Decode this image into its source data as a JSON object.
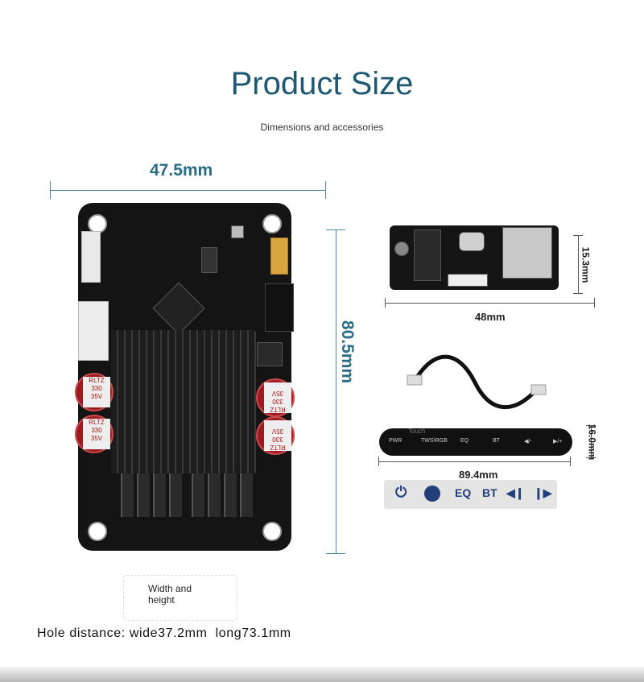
{
  "header": {
    "title": "Product Size",
    "subtitle": "Dimensions and accessories"
  },
  "main_board": {
    "width_label": "47.5mm",
    "height_label": "80.5mm",
    "capacitor_text": "RLTZ\n330\n35V"
  },
  "io_board": {
    "width_label": "48mm",
    "height_label": "15.3mm"
  },
  "touch_panel": {
    "width_label": "89.4mm",
    "height_label": "16.0mm",
    "panel_title": "Touch",
    "panel_labels": [
      "PWR",
      "TWS\\RGB",
      "EQ",
      "BT",
      "◀/-",
      "▶/+"
    ]
  },
  "sticker": {
    "labels": [
      "EQ",
      "BT"
    ]
  },
  "caption": {
    "line1": "Width and",
    "line2": "height"
  },
  "footer": {
    "hole_distance": "Hole distance: wide37.2mm  long73.1mm"
  },
  "colors": {
    "accent": "#1f5873",
    "dimension": "#2a6c88"
  }
}
